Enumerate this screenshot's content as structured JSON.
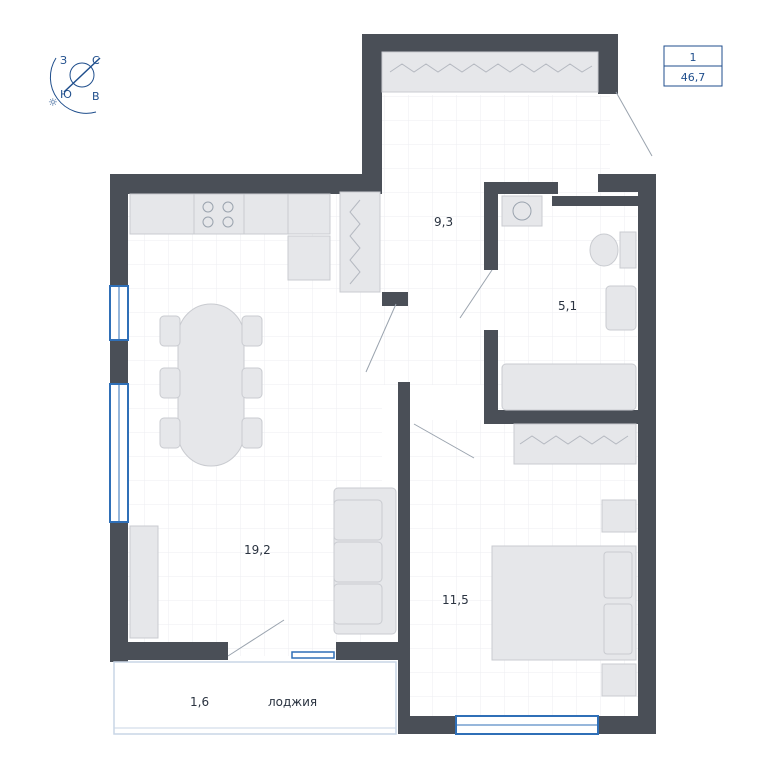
{
  "unit_info": {
    "number": "1",
    "total_area": "46,7"
  },
  "compass": {
    "north": "С",
    "south": "Ю",
    "east": "В",
    "west": "З"
  },
  "rooms": {
    "kitchen_living": {
      "area": "19,2"
    },
    "hall": {
      "area": "9,3"
    },
    "bathroom": {
      "area": "5,1"
    },
    "bedroom": {
      "area": "11,5"
    },
    "loggia": {
      "area": "1,6",
      "name": "лоджия"
    }
  },
  "colors": {
    "wall": "#4a4f57",
    "window": "#2f6fb7",
    "furniture": "#e6e7ea",
    "furniture_stroke": "#c9cbd0",
    "grid": "#eef0f3",
    "accent_text": "#1e5aa8"
  }
}
